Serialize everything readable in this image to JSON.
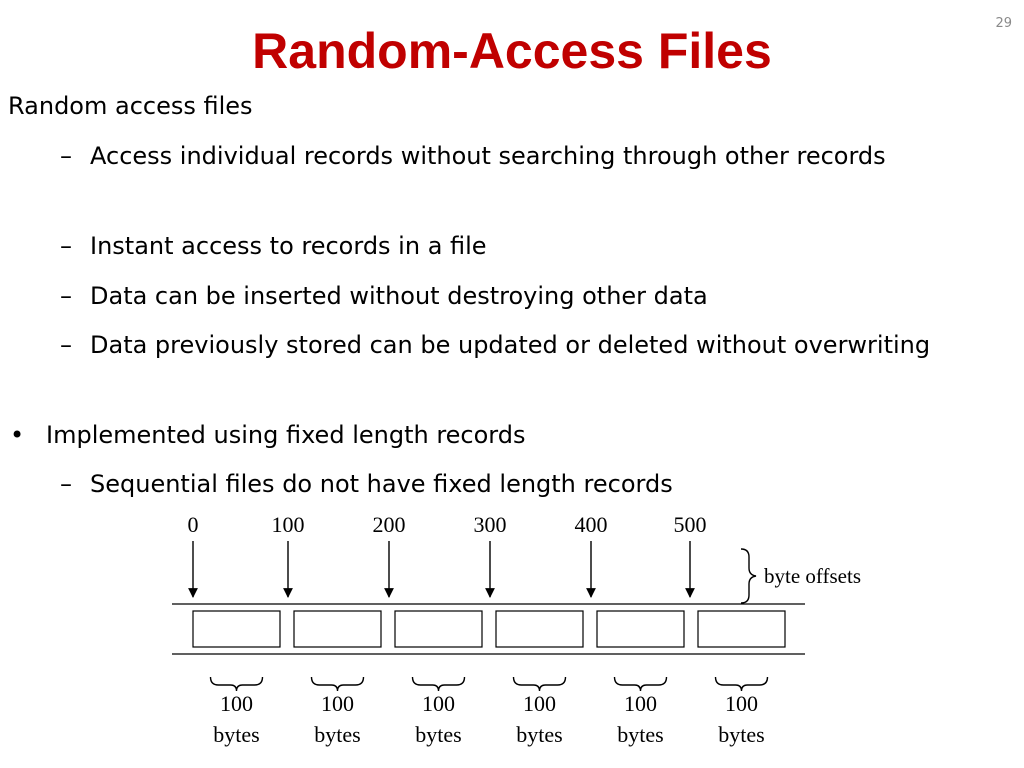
{
  "slide": {
    "title": "Random-Access Files",
    "number": "29"
  },
  "content": {
    "heading": "Random access files",
    "sub_bullets": [
      "Access individual records without searching through other records",
      "Instant access to records in a file",
      "Data can be inserted without destroying other data",
      "Data previously stored can be updated or deleted without overwriting"
    ],
    "bullet": "Implemented using fixed length records",
    "bullet_sub": "Sequential files do not have fixed length records",
    "dash": "–",
    "dot": "•"
  },
  "diagram": {
    "offsets": [
      "0",
      "100",
      "200",
      "300",
      "400",
      "500"
    ],
    "offsets_label": "byte offsets",
    "record_size_number": "100",
    "record_size_unit": "bytes",
    "record_count": 6
  }
}
